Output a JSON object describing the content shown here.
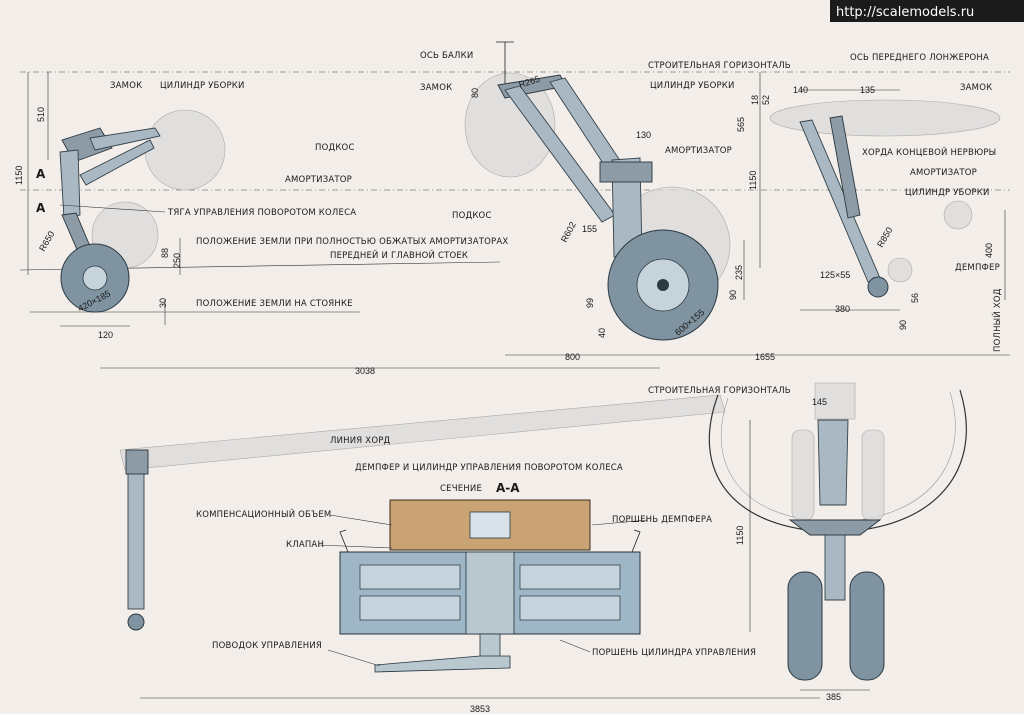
{
  "watermark": "http://scalemodels.ru",
  "labels": {
    "zamok_left": "ЗАМОК",
    "cyl_uborki_left": "ЦИЛИНДР УБОРКИ",
    "podkos_left": "ПОДКОС",
    "amort_left": "АМОРТИЗАТОР",
    "tyaga": "ТЯГА УПРАВЛЕНИЯ ПОВОРОТОМ КОЛЕСА",
    "ground_full_1": "ПОЛОЖЕНИЕ ЗЕМЛИ ПРИ ПОЛНОСТЬЮ ОБЖАТЫХ АМОРТИЗАТОРАХ",
    "ground_full_2": "ПЕРЕДНЕЙ И ГЛАВНОЙ СТОЕК",
    "ground_park": "ПОЛОЖЕНИЕ ЗЕМЛИ НА СТОЯНКЕ",
    "os_balki": "ОСЬ БАЛКИ",
    "zamok_mid": "ЗАМОК",
    "stroit_gor_top": "СТРОИТЕЛЬНАЯ ГОРИЗОНТАЛЬ",
    "cyl_uborki_mid": "ЦИЛИНДР УБОРКИ",
    "amort_mid": "АМОРТИЗАТОР",
    "podkos_mid": "ПОДКОС",
    "os_lonzh": "ОСЬ ПЕРЕДНЕГО ЛОНЖЕРОНА",
    "zamok_right": "ЗАМОК",
    "horda": "ХОРДА КОНЦЕВОЙ НЕРВЮРЫ",
    "amort_right": "АМОРТИЗАТОР",
    "cyl_uborki_right": "ЦИЛИНДР УБОРКИ",
    "dempfer_right": "ДЕМПФЕР",
    "polny_hod": "ПОЛНЫЙ ХОД",
    "liniya_hord": "ЛИНИЯ ХОРД",
    "dempfer_title": "ДЕМПФЕР И ЦИЛИНДР УПРАВЛЕНИЯ ПОВОРОТОМ КОЛЕСА",
    "sechenie": "СЕЧЕНИЕ",
    "section_aa": "А-А",
    "komp_obem": "КОМПЕНСАЦИОННЫЙ ОБЪЕМ",
    "klapan": "КЛАПАН",
    "porshen_dempfera": "ПОРШЕНЬ ДЕМПФЕРА",
    "povodok": "ПОВОДОК УПРАВЛЕНИЯ",
    "porshen_cyl": "ПОРШЕНЬ ЦИЛИНДРА УПРАВЛЕНИЯ",
    "stroit_gor_bottom": "СТРОИТЕЛЬНАЯ ГОРИЗОНТАЛЬ",
    "a_mark_1": "А",
    "a_mark_2": "А"
  },
  "dims": {
    "d510": "510",
    "d1150_left": "1150",
    "r650": "R650",
    "d88": "88",
    "d250": "250",
    "d30": "30",
    "tyre_left": "420×185",
    "d120": "120",
    "d3038": "3038",
    "r265": "R265",
    "d80": "80",
    "d565": "565",
    "d18": "18",
    "d52": "52",
    "d130": "130",
    "d1150_mid": "1150",
    "r602": "R602",
    "d155": "155",
    "d235": "235",
    "d99": "99",
    "d90_mid": "90",
    "d40": "40",
    "tyre_mid": "600×155",
    "d800": "800",
    "d1655": "1655",
    "d140": "140",
    "d135": "135",
    "r850": "R850",
    "d400": "400",
    "tyre_right": "125×55",
    "d380": "380",
    "d56": "56",
    "d90_right": "90",
    "d145": "145",
    "d1150_bottom": "1150",
    "d385": "385",
    "d3853": "3853"
  },
  "colors": {
    "paper": "#f3eee9",
    "metal": "#a9b8c2",
    "tyre": "#7f93a0",
    "bronze": "#c9a374",
    "ghost": "#dcdcdc"
  }
}
